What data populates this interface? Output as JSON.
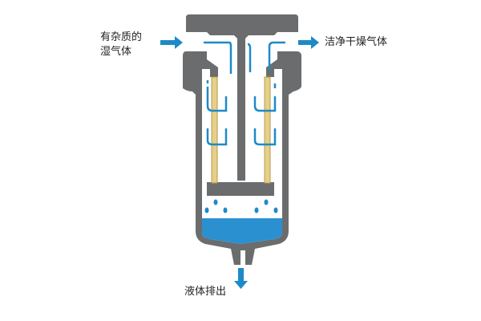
{
  "labels": {
    "inlet_line1": "有杂质的",
    "inlet_line2": "湿气体",
    "outlet": "洁净干燥气体",
    "drain": "液体排出"
  },
  "colors": {
    "housing": "#6b6c6e",
    "flow": "#1d8ac7",
    "liquid": "#2a90d0",
    "filter": "#e6cf8a"
  }
}
